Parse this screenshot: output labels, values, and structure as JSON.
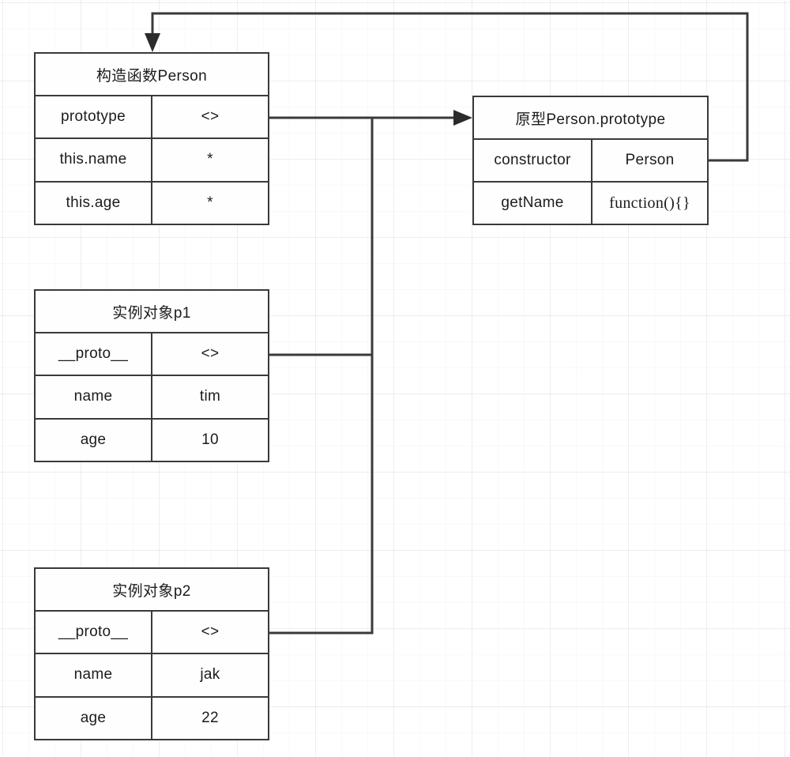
{
  "diagram": {
    "title": "JavaScript prototype chain diagram",
    "background": {
      "grid": true,
      "grid_color": "#f0f0f0",
      "page_color": "#ffffff"
    },
    "stroke_color": "#3a3a3a",
    "text_color": "#1c1c1c"
  },
  "nodes": {
    "person": {
      "header": "构造函数Person",
      "rows": [
        {
          "key": "prototype",
          "value": "<>"
        },
        {
          "key": "this.name",
          "value": "*"
        },
        {
          "key": "this.age",
          "value": "*"
        }
      ]
    },
    "prototype": {
      "header": "原型Person.prototype",
      "rows": [
        {
          "key": "constructor",
          "value": "Person"
        },
        {
          "key": "getName",
          "value": "function(){}"
        }
      ]
    },
    "p1": {
      "header": "实例对象p1",
      "rows": [
        {
          "key": "__proto__",
          "value": "<>"
        },
        {
          "key": "name",
          "value": "tim"
        },
        {
          "key": "age",
          "value": "10"
        }
      ]
    },
    "p2": {
      "header": "实例对象p2",
      "rows": [
        {
          "key": "__proto__",
          "value": "<>"
        },
        {
          "key": "name",
          "value": "jak"
        },
        {
          "key": "age",
          "value": "22"
        }
      ]
    }
  },
  "connectors": [
    {
      "name": "person-prototype-to-prototype-object",
      "from": "person.prototype",
      "to": "prototype.header",
      "arrow": "to"
    },
    {
      "name": "prototype-constructor-back-to-person",
      "from": "prototype.constructor",
      "to": "person.header",
      "arrow": "to"
    },
    {
      "name": "p1-proto-to-prototype-object",
      "from": "p1.__proto__",
      "to": "prototype.header",
      "arrow": "to"
    },
    {
      "name": "p2-proto-to-prototype-object",
      "from": "p2.__proto__",
      "to": "prototype.header",
      "arrow": "to"
    }
  ]
}
